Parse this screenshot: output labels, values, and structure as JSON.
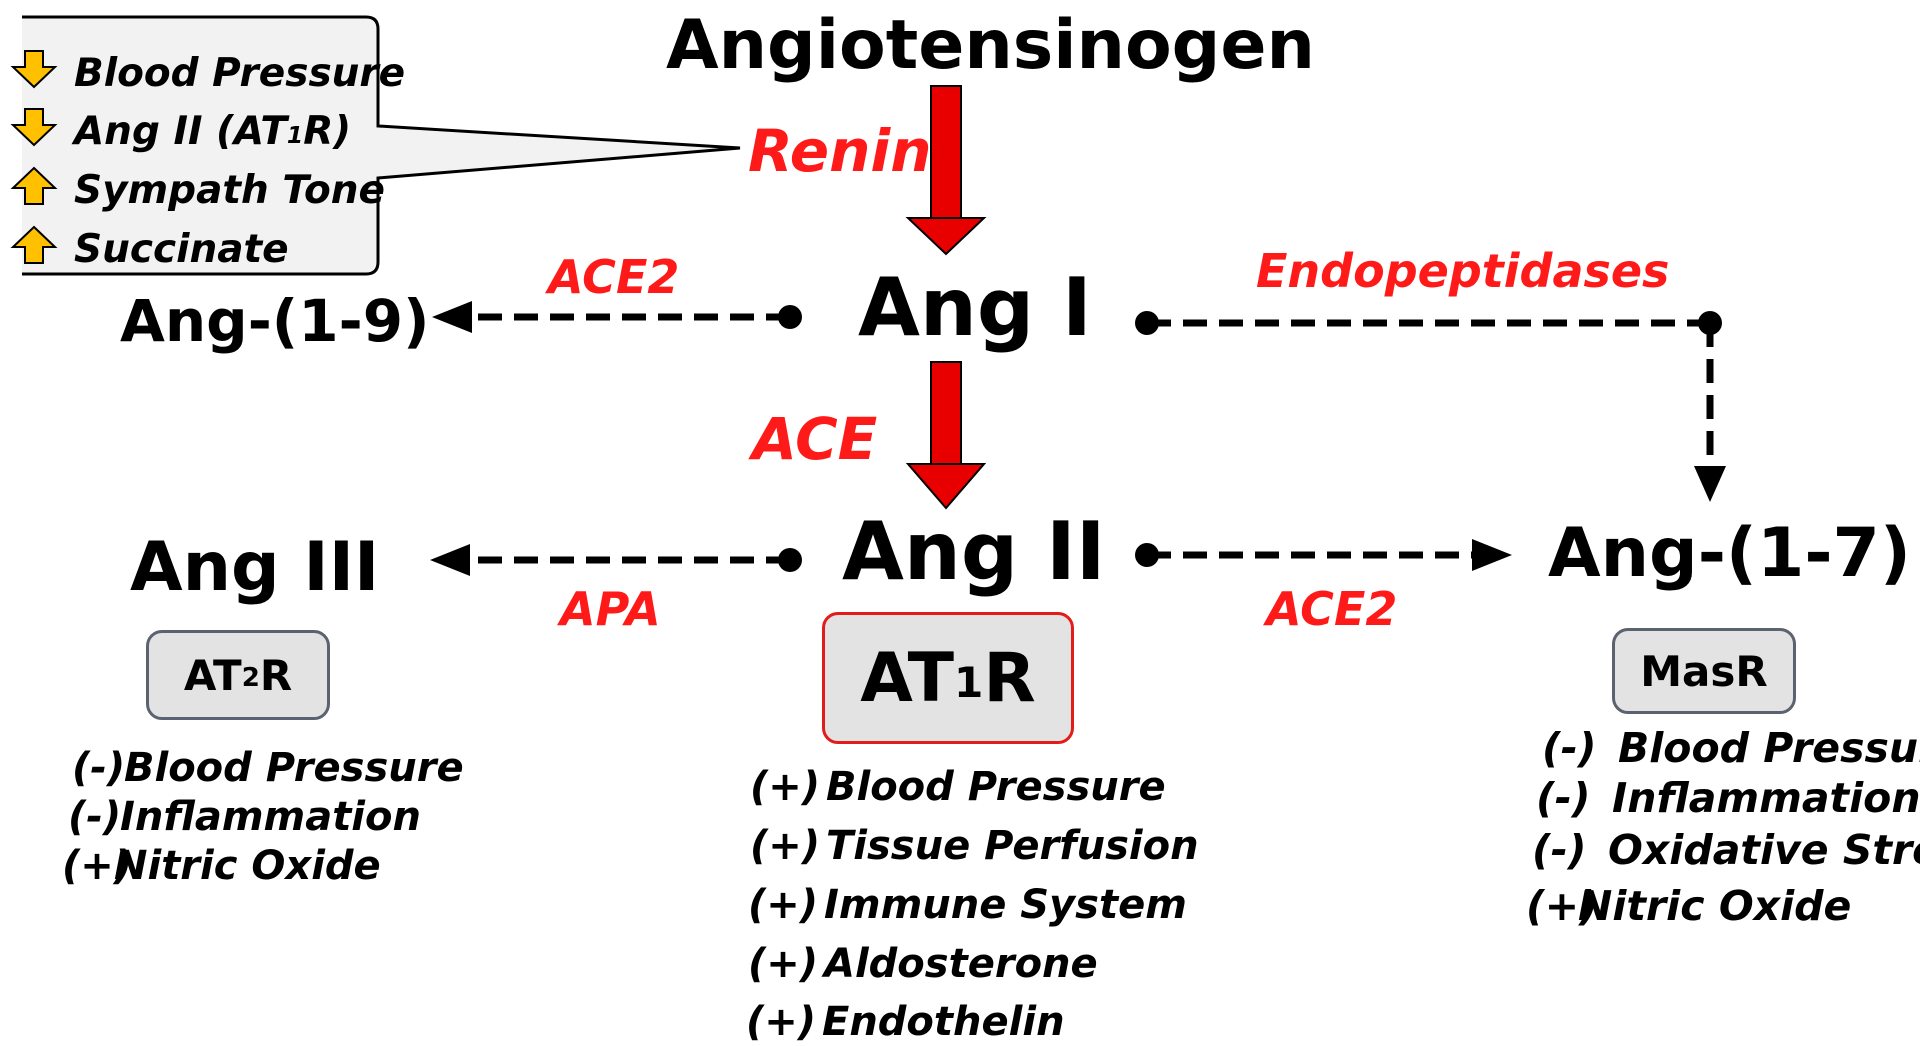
{
  "molecules": {
    "angiotensinogen": "Angiotensinogen",
    "ang_i": "Ang I",
    "ang_ii": "Ang II",
    "ang_iii": "Ang III",
    "ang_1_9": "Ang-(1-9)",
    "ang_1_7": "Ang-(1-7)"
  },
  "enzymes": {
    "renin": "Renin",
    "ace": "ACE",
    "ace2_top": "ACE2",
    "endopeptidases": "Endopeptidases",
    "apa": "APA",
    "ace2_bottom": "ACE2"
  },
  "receptors": {
    "at2r": {
      "main": "AT",
      "sub": "2",
      "tail": "R"
    },
    "at1r": {
      "main": "AT",
      "sub": "1",
      "tail": "R"
    },
    "masr": "MasR"
  },
  "callout": [
    {
      "dir": "down",
      "text": "Blood Pressure"
    },
    {
      "dir": "down",
      "text": "Ang II (AT",
      "sub": "1",
      "tail": "R)"
    },
    {
      "dir": "up",
      "text": "Sympath Tone"
    },
    {
      "dir": "up",
      "text": "Succinate"
    }
  ],
  "effects": {
    "at2r": [
      {
        "sign": "(-)",
        "text": "Blood Pressure"
      },
      {
        "sign": "(-)",
        "text": "Inflammation"
      },
      {
        "sign": "(+)",
        "text": "Nitric Oxide"
      }
    ],
    "at1r": [
      {
        "sign": "(+)",
        "text": "Blood Pressure"
      },
      {
        "sign": "(+)",
        "text": "Tissue Perfusion"
      },
      {
        "sign": "(+)",
        "text": "Immune System"
      },
      {
        "sign": "(+)",
        "text": "Aldosterone"
      },
      {
        "sign": "(+)",
        "text": "Endothelin"
      }
    ],
    "masr": [
      {
        "sign": "(-)",
        "text": "Blood Pressure"
      },
      {
        "sign": "(-)",
        "text": "Inflammation"
      },
      {
        "sign": "(-)",
        "text": "Oxidative Stress"
      },
      {
        "sign": "(+)",
        "text": "Nitric Oxide"
      }
    ]
  },
  "colors": {
    "enzyme": "#ff1a1a",
    "arrow_red": "#e80000",
    "arrow_black": "#000000",
    "callout_fill": "#f2f2f2",
    "up_down_arrow": "#ffc000",
    "box_fill": "#e3e3e3",
    "box_border": "#5b6370",
    "box_border_active": "#e31b1b"
  }
}
